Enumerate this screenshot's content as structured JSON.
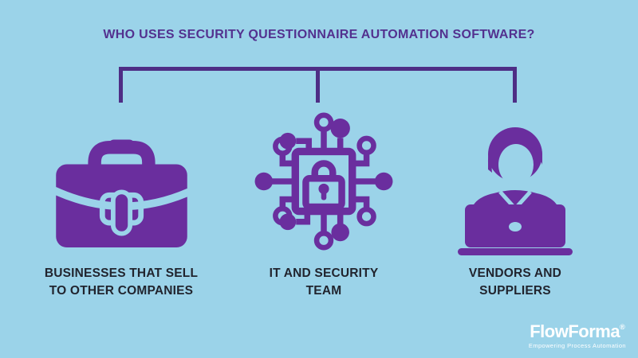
{
  "colors": {
    "background": "#9bd3e9",
    "icon-purple": "#6a2e9e",
    "title-purple": "#53318f",
    "bracket-purple": "#4e2d85",
    "label-dark": "#21242e",
    "logo-white": "#ffffff"
  },
  "header": {
    "title": "WHO USES SECURITY QUESTIONNAIRE AUTOMATION SOFTWARE?"
  },
  "columns": [
    {
      "icon": "briefcase-icon",
      "label_line1": "BUSINESSES THAT SELL",
      "label_line2": "TO OTHER COMPANIES"
    },
    {
      "icon": "circuit-lock-icon",
      "label_line1": "IT AND SECURITY",
      "label_line2": "TEAM"
    },
    {
      "icon": "person-laptop-icon",
      "label_line1": "VENDORS AND",
      "label_line2": "SUPPLIERS"
    }
  ],
  "footer": {
    "brand": "FlowForma",
    "registered_mark": "®",
    "tagline": "Empowering Process Automation"
  }
}
